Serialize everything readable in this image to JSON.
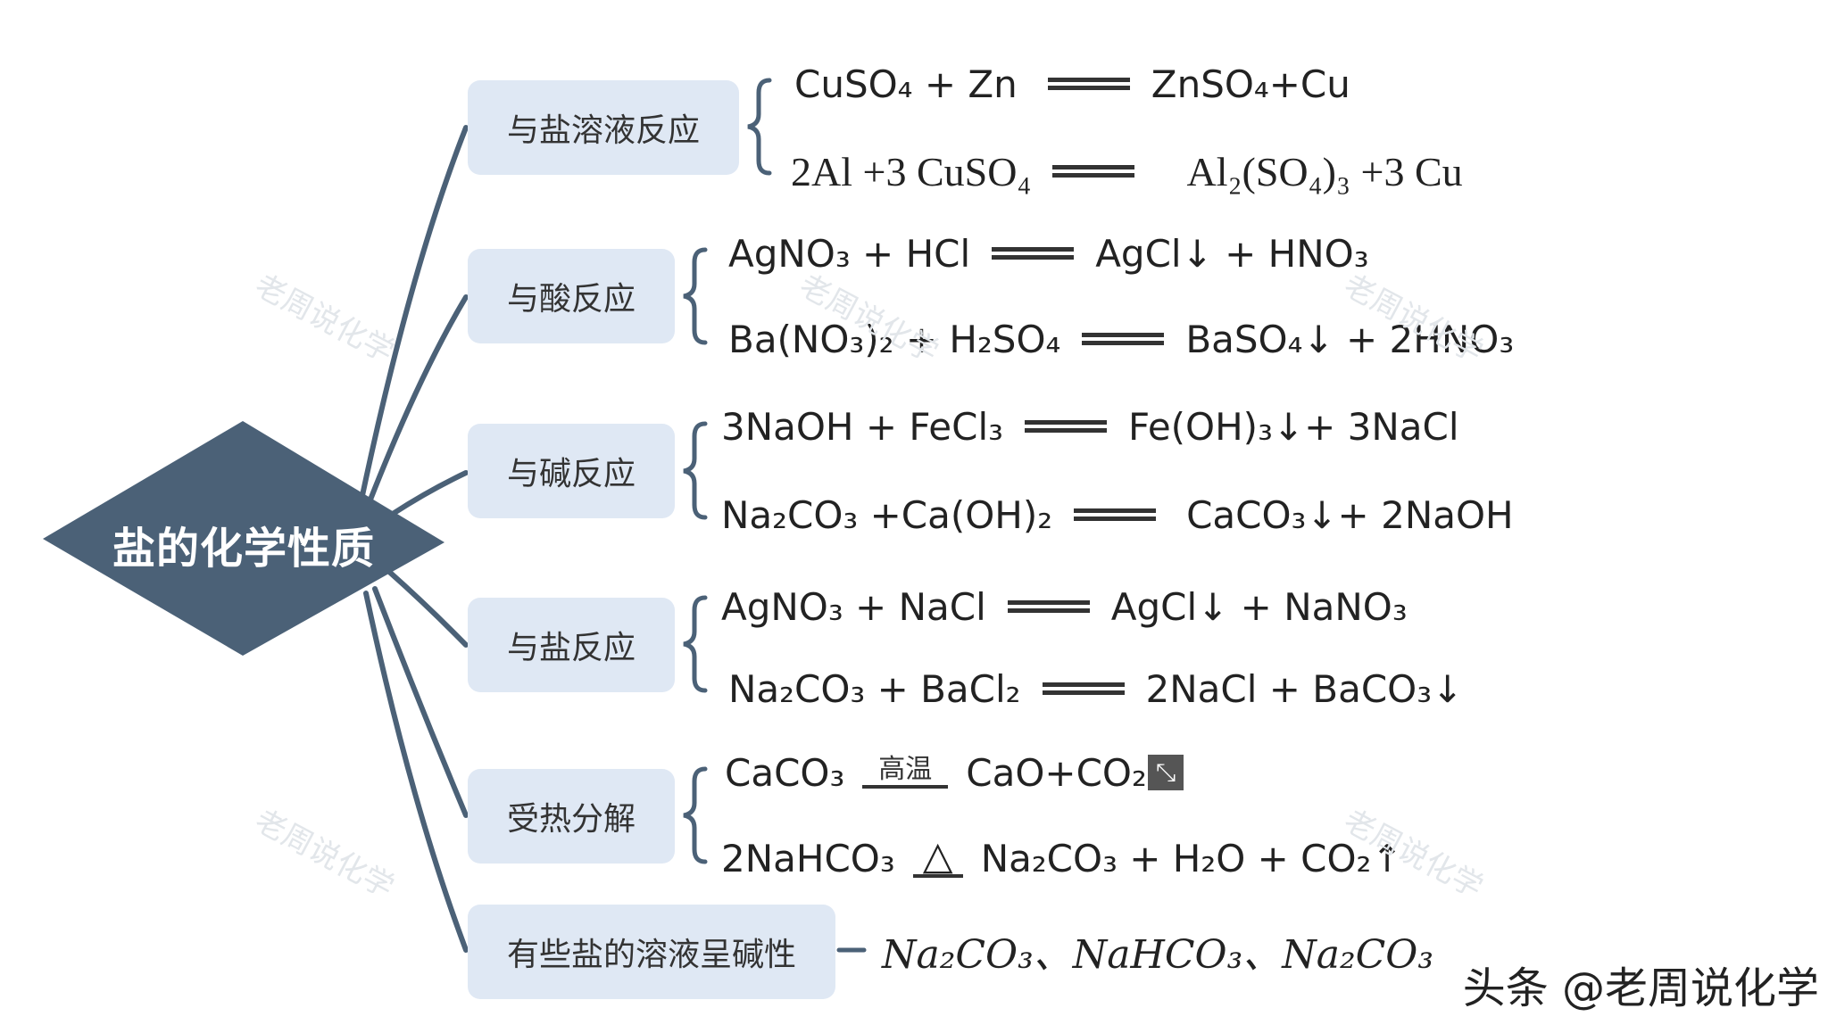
{
  "center": {
    "title": "盐的化学性质"
  },
  "categories": [
    {
      "label": "与盐溶液反应"
    },
    {
      "label": "与酸反应"
    },
    {
      "label": "与碱反应"
    },
    {
      "label": "与盐反应"
    },
    {
      "label": "受热分解"
    },
    {
      "label": "有些盐的溶液呈碱性"
    }
  ],
  "equations": [
    {
      "left": "CuSO₄ + Zn",
      "right": "ZnSO₄+Cu"
    },
    {
      "left": "2Al +3 CuSO₄",
      "right": "Al₂(SO₄)₃ +3 Cu"
    },
    {
      "left": "AgNO₃ + HCl",
      "right": "AgCl↓ + HNO₃"
    },
    {
      "left": "Ba(NO₃)₂ + H₂SO₄",
      "right": "BaSO₄↓ + 2HNO₃"
    },
    {
      "left": "3NaOH + FeCl₃",
      "right": "Fe(OH)₃↓+ 3NaCl"
    },
    {
      "left": "Na₂CO₃ +Ca(OH)₂",
      "right": "CaCO₃↓+ 2NaOH"
    },
    {
      "left": "AgNO₃ + NaCl",
      "right": "AgCl↓ + NaNO₃"
    },
    {
      "left": "Na₂CO₃ + BaCl₂",
      "right": "2NaCl + BaCO₃↓"
    },
    {
      "left": "CaCO₃",
      "condition": "高温",
      "right": "CaO+CO₂↑"
    },
    {
      "left": "2NaHCO₃",
      "condition": "△",
      "right": "Na₂CO₃ + H₂O + CO₂↑"
    }
  ],
  "basic_salts": "Na₂CO₃、NaHCO₃、Na₂CO₃",
  "watermark": "老周说化学",
  "footer": "头条 @老周说化学",
  "colors": {
    "center_fill": "#4b6177",
    "connector": "#4b6177",
    "box_fill": "#dfe8f4",
    "brace": "#4b6177"
  },
  "icons": {
    "expand": "expand-icon"
  }
}
